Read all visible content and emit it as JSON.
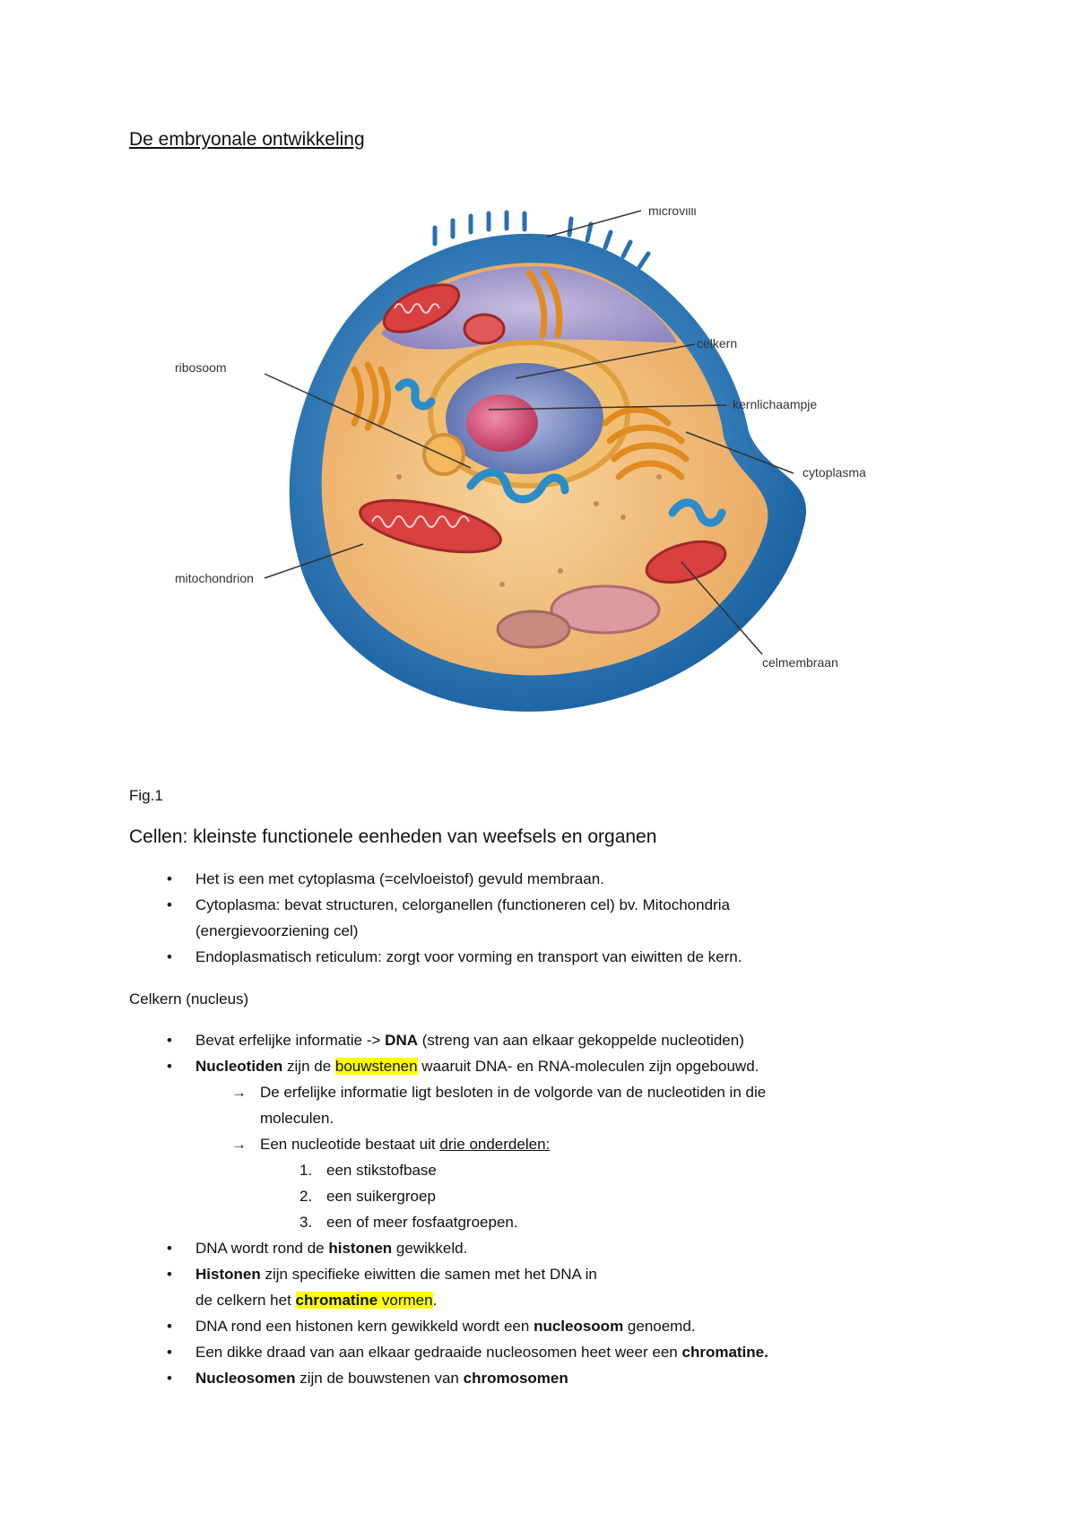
{
  "title": "De embryonale ontwikkeling",
  "figure": {
    "labels": {
      "microvilli": "microvilli",
      "ribosoom": "ribosoom",
      "celkern": "celkern",
      "kernlichaampje": "kernlichaampje",
      "cytoplasma": "cytoplasma",
      "mitochondrion": "mitochondrion",
      "celmembraan": "celmembraan"
    },
    "colors": {
      "membrane": "#2a7fc0",
      "cytoplasm": "#f2c07a",
      "nucleus": "#7a8fc4",
      "nucleolus": "#d9547a",
      "mitochondria": "#d94040",
      "golgi": "#e8902a",
      "er": "#3aa0d0"
    }
  },
  "caption": "Fig.1",
  "section": {
    "heading": "Cellen: kleinste functionele eenheden van weefsels en organen",
    "bullets": [
      "Het is een met cytoplasma (=celvloeistof) gevuld membraan.",
      "Cytoplasma: bevat structuren, celorganellen (functioneren cel) bv. Mitochondria",
      "(energievoorziening cel)",
      "Endoplasmatisch reticulum: zorgt voor vorming en transport van eiwitten de kern."
    ]
  },
  "nucleus": {
    "heading": "Celkern (nucleus)",
    "b1_pre": "Bevat erfelijke informatie -> ",
    "b1_bold": "DNA",
    "b1_post": " (streng van aan elkaar gekoppelde nucleotiden)",
    "b2_bold": "Nucleotiden",
    "b2_mid": " zijn de ",
    "b2_hl": "bouwstenen",
    "b2_post": " waaruit DNA- en RNA-moleculen zijn opgebouwd.",
    "arrow_glyph": "→",
    "a1_line1": "De erfelijke informatie ligt besloten in de volgorde van de nucleotiden in die",
    "a1_line2": "moleculen.",
    "a2_pre": "Een nucleotide bestaat uit ",
    "a2_u": "drie onderdelen:",
    "parts": [
      {
        "num": "1.",
        "text": "een stikstofbase"
      },
      {
        "num": "2.",
        "text": "een suikergroep"
      },
      {
        "num": "3.",
        "text": "een of meer fosfaatgroepen."
      }
    ],
    "b3_pre": "DNA wordt rond de ",
    "b3_bold": "histonen",
    "b3_post": " gewikkeld.",
    "b4_bold": "Histonen",
    "b4_line1": " zijn specifieke eiwitten die samen met het DNA in",
    "b4_line2_pre": "de celkern het ",
    "b4_hl_bold": "chromatine",
    "b4_hl": " vormen",
    "b4_end": ".",
    "b5_pre": "DNA rond een histonen kern gewikkeld wordt een ",
    "b5_bold": "nucleosoom",
    "b5_post": " genoemd.",
    "b6_pre": "Een dikke draad van aan elkaar gedraaide nucleosomen heet weer een ",
    "b6_bold": "chromatine.",
    "b7_bold": "Nucleosomen",
    "b7_mid": " zijn de bouwstenen van ",
    "b7_bold2": "chromosomen"
  }
}
